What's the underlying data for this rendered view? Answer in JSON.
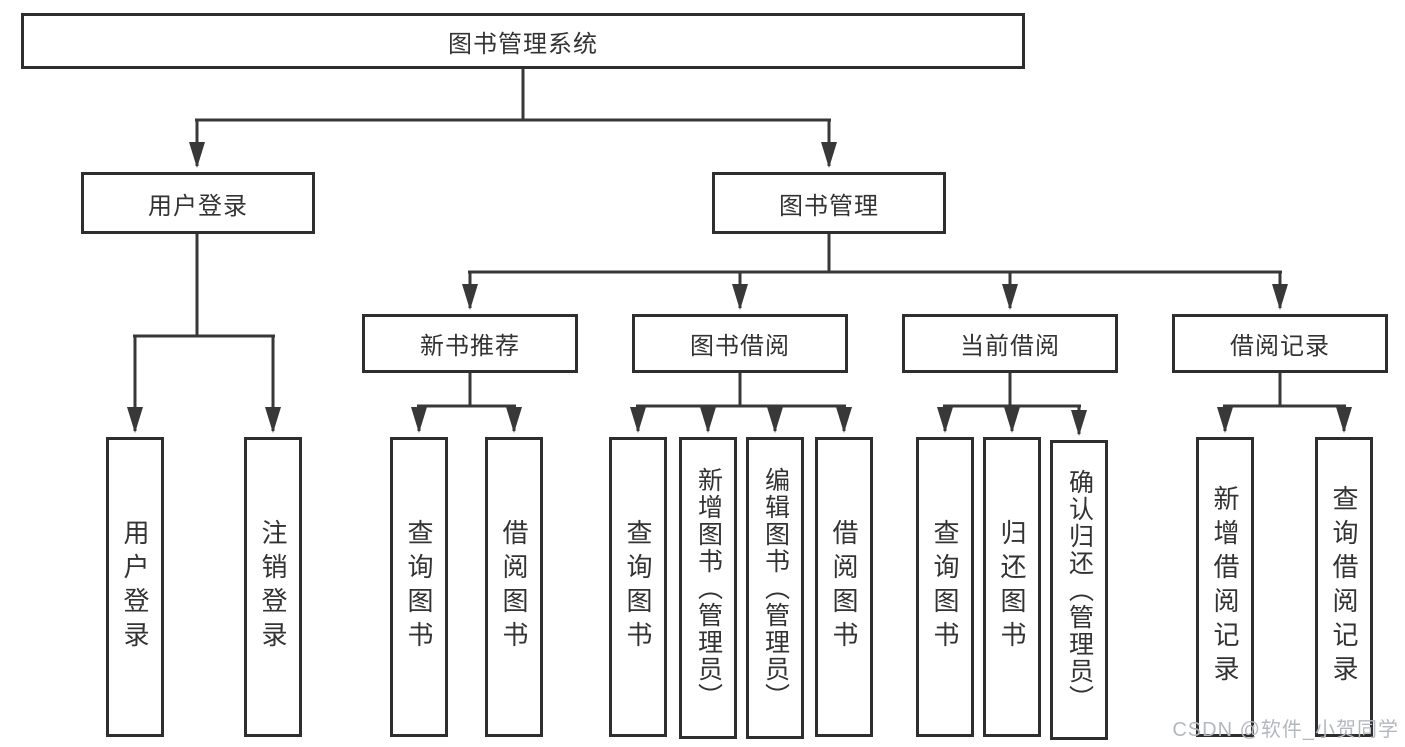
{
  "colors": {
    "line": "#383838",
    "box_border": "#2e2e2e",
    "box_fill": "#ffffff",
    "text": "#333333",
    "watermark": "#b4b8be",
    "background": "#ffffff"
  },
  "diagram": {
    "root": {
      "label": "图书管理系统"
    },
    "user_login_branch": {
      "label": "用户登录",
      "children": [
        {
          "label": "用户登录"
        },
        {
          "label": "注销登录"
        }
      ]
    },
    "book_mgmt_branch": {
      "label": "图书管理",
      "sections": [
        {
          "label": "新书推荐",
          "children": [
            {
              "label": "查询图书"
            },
            {
              "label": "借阅图书"
            }
          ]
        },
        {
          "label": "图书借阅",
          "children": [
            {
              "label": "查询图书"
            },
            {
              "label": "新增图书（管理员）"
            },
            {
              "label": "编辑图书（管理员）"
            },
            {
              "label": "借阅图书"
            }
          ]
        },
        {
          "label": "当前借阅",
          "children": [
            {
              "label": "查询图书"
            },
            {
              "label": "归还图书"
            },
            {
              "label": "确认归还（管理员）"
            }
          ]
        },
        {
          "label": "借阅记录",
          "children": [
            {
              "label": "新增借阅记录"
            },
            {
              "label": "查询借阅记录"
            }
          ]
        }
      ]
    }
  },
  "watermark": {
    "text": "CSDN @软件_小贺同学"
  }
}
